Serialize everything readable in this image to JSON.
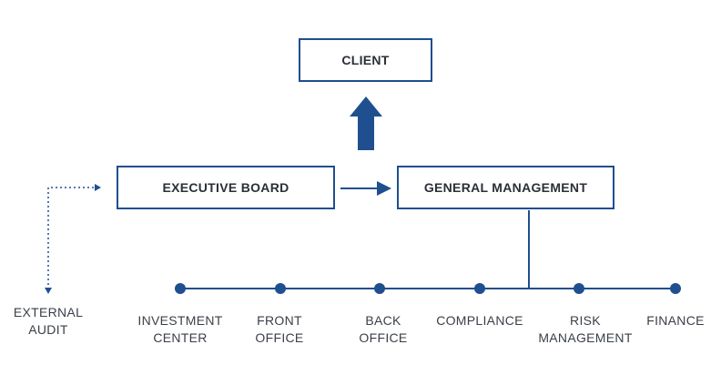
{
  "nodes": {
    "client": "CLIENT",
    "executive_board": "EXECUTIVE BOARD",
    "general_management": "GENERAL MANAGEMENT"
  },
  "external_audit": [
    "EXTERNAL",
    "AUDIT"
  ],
  "departments": [
    {
      "line1": "INVESTMENT",
      "line2": "CENTER"
    },
    {
      "line1": "FRONT",
      "line2": "OFFICE"
    },
    {
      "line1": "BACK",
      "line2": "OFFICE"
    },
    {
      "line1": "COMPLIANCE",
      "line2": ""
    },
    {
      "line1": "RISK",
      "line2": "MANAGEMENT"
    },
    {
      "line1": "FINANCE",
      "line2": ""
    }
  ],
  "colors": {
    "accent": "#1f4f8f",
    "text": "#2b2f36"
  }
}
